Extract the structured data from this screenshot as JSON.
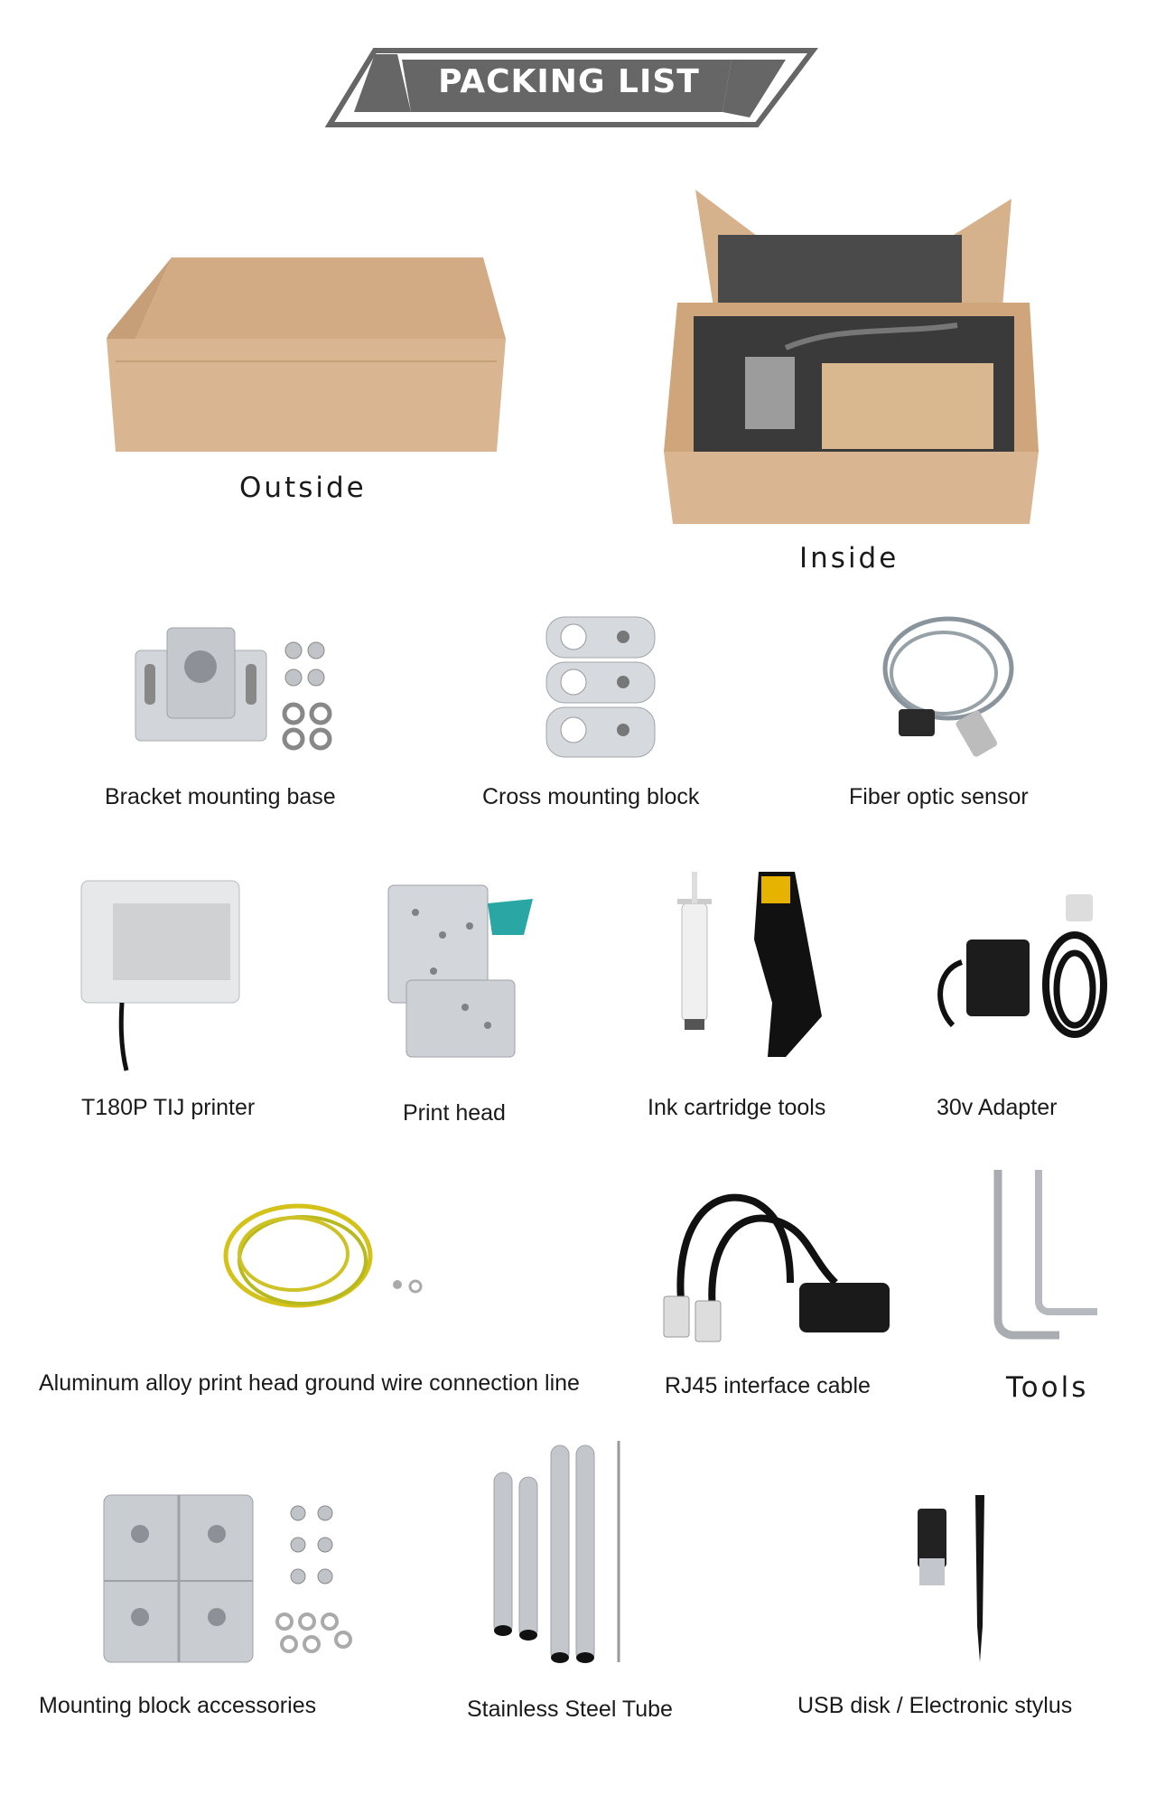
{
  "header": {
    "title": "PACKING LIST"
  },
  "box": {
    "outside_label": "Outside",
    "inside_label": "Inside"
  },
  "items": {
    "bracket_mounting_base": "Bracket mounting base",
    "cross_mounting_block": "Cross mounting block",
    "fiber_optic_sensor": "Fiber optic sensor",
    "printer": "T180P TIJ printer",
    "print_head": "Print head",
    "ink_cartridge_tools": "Ink cartridge tools",
    "adapter": "30v Adapter",
    "ground_wire": "Aluminum alloy print head ground wire connection line",
    "rj45_cable": "RJ45 interface cable",
    "tools": "Tools",
    "mounting_block_accessories": "Mounting block accessories",
    "steel_tube": "Stainless Steel Tube",
    "usb_stylus": "USB disk / Electronic stylus"
  },
  "colors": {
    "banner": "#666666",
    "cardboard": "#d9b691",
    "foam": "#3e3e3e",
    "metal": "#c9ccd0"
  }
}
